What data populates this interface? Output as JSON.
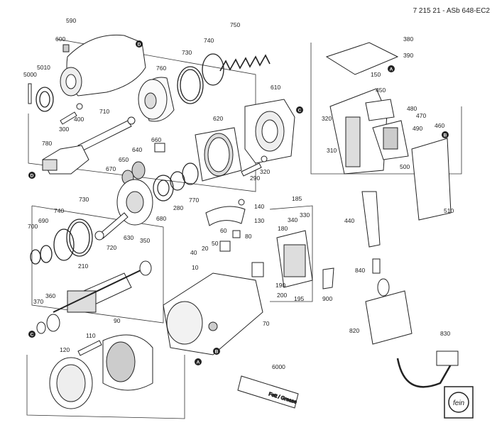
{
  "header": {
    "doc_id": "7 215 21 - ASb 648-EC2"
  },
  "parts": [
    {
      "id": "p590",
      "label": "590"
    },
    {
      "id": "p600",
      "label": "600"
    },
    {
      "id": "p740a",
      "label": "740"
    },
    {
      "id": "p750",
      "label": "750"
    },
    {
      "id": "p730a",
      "label": "730"
    },
    {
      "id": "p760",
      "label": "760"
    },
    {
      "id": "p5010",
      "label": "5010"
    },
    {
      "id": "p5000",
      "label": "5000"
    },
    {
      "id": "p400",
      "label": "400"
    },
    {
      "id": "p300",
      "label": "300"
    },
    {
      "id": "p710",
      "label": "710"
    },
    {
      "id": "p610",
      "label": "610"
    },
    {
      "id": "p620",
      "label": "620"
    },
    {
      "id": "p660",
      "label": "660"
    },
    {
      "id": "p640",
      "label": "640"
    },
    {
      "id": "p650",
      "label": "650"
    },
    {
      "id": "p670",
      "label": "670"
    },
    {
      "id": "p780",
      "label": "780"
    },
    {
      "id": "p290",
      "label": "290"
    },
    {
      "id": "p320a",
      "label": "320"
    },
    {
      "id": "p770",
      "label": "770"
    },
    {
      "id": "p280",
      "label": "280"
    },
    {
      "id": "p680",
      "label": "680"
    },
    {
      "id": "p730b",
      "label": "730"
    },
    {
      "id": "p740b",
      "label": "740"
    },
    {
      "id": "p690",
      "label": "690"
    },
    {
      "id": "p700",
      "label": "700"
    },
    {
      "id": "p630",
      "label": "630"
    },
    {
      "id": "p720",
      "label": "720"
    },
    {
      "id": "p350",
      "label": "350"
    },
    {
      "id": "p210",
      "label": "210"
    },
    {
      "id": "p360",
      "label": "360"
    },
    {
      "id": "p370",
      "label": "370"
    },
    {
      "id": "p90",
      "label": "90"
    },
    {
      "id": "p110",
      "label": "110"
    },
    {
      "id": "p120",
      "label": "120"
    },
    {
      "id": "p140",
      "label": "140"
    },
    {
      "id": "p130",
      "label": "130"
    },
    {
      "id": "p60",
      "label": "60"
    },
    {
      "id": "p80",
      "label": "80"
    },
    {
      "id": "p50",
      "label": "50"
    },
    {
      "id": "p20",
      "label": "20"
    },
    {
      "id": "p40",
      "label": "40"
    },
    {
      "id": "p10",
      "label": "10"
    },
    {
      "id": "p70",
      "label": "70"
    },
    {
      "id": "p190",
      "label": "190"
    },
    {
      "id": "p200",
      "label": "200"
    },
    {
      "id": "p195",
      "label": "195"
    },
    {
      "id": "p185",
      "label": "185"
    },
    {
      "id": "p340",
      "label": "340"
    },
    {
      "id": "p330",
      "label": "330"
    },
    {
      "id": "p180",
      "label": "180"
    },
    {
      "id": "p900",
      "label": "900"
    },
    {
      "id": "p6000",
      "label": "6000"
    },
    {
      "id": "p380",
      "label": "380"
    },
    {
      "id": "p390",
      "label": "390"
    },
    {
      "id": "p150",
      "label": "150"
    },
    {
      "id": "p450",
      "label": "450"
    },
    {
      "id": "p480",
      "label": "480"
    },
    {
      "id": "p470",
      "label": "470"
    },
    {
      "id": "p320b",
      "label": "320"
    },
    {
      "id": "p310",
      "label": "310"
    },
    {
      "id": "p460",
      "label": "460"
    },
    {
      "id": "p490",
      "label": "490"
    },
    {
      "id": "p500",
      "label": "500"
    },
    {
      "id": "p440",
      "label": "440"
    },
    {
      "id": "p510",
      "label": "510"
    },
    {
      "id": "p840",
      "label": "840"
    },
    {
      "id": "p820",
      "label": "820"
    },
    {
      "id": "p830",
      "label": "830"
    }
  ],
  "markers": [
    {
      "id": "mD1",
      "letter": "D"
    },
    {
      "id": "mD2",
      "letter": "D"
    },
    {
      "id": "mC1",
      "letter": "C"
    },
    {
      "id": "mC2",
      "letter": "C"
    },
    {
      "id": "mA1",
      "letter": "A"
    },
    {
      "id": "mA2",
      "letter": "A"
    },
    {
      "id": "mB1",
      "letter": "B"
    },
    {
      "id": "mB2",
      "letter": "B"
    }
  ],
  "tube_text": "Fett / Grease",
  "brand": {
    "logo_text": "fein"
  }
}
